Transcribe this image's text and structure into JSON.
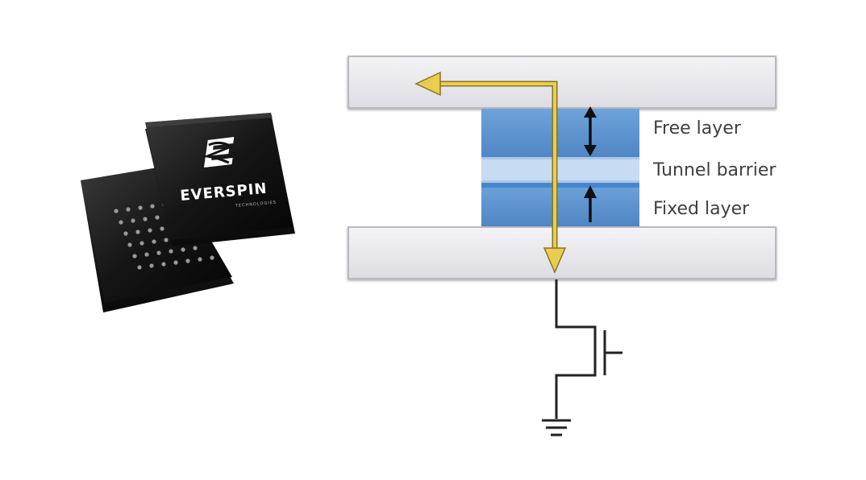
{
  "chip": {
    "brand": "EVERSPIN",
    "subtitle": "TECHNOLOGIES"
  },
  "mtj": {
    "labels": {
      "free_layer": "Free layer",
      "tunnel_barrier": "Tunnel barrier",
      "fixed_layer": "Fixed layer"
    }
  },
  "colors": {
    "electrode": "#e9e9ed",
    "layer_blue": "#5b93cf",
    "barrier": "#c7dbf2",
    "current_arrow": "#e3c547",
    "chip_body": "#1a1a1a",
    "wire": "#222222"
  },
  "icons": {
    "chip_logo": "everspin-e-logo",
    "free_layer_arrow": "double-arrow-vertical",
    "fixed_layer_arrow": "arrow-up",
    "transistor": "nmos-transistor-symbol",
    "ground": "ground-symbol"
  }
}
